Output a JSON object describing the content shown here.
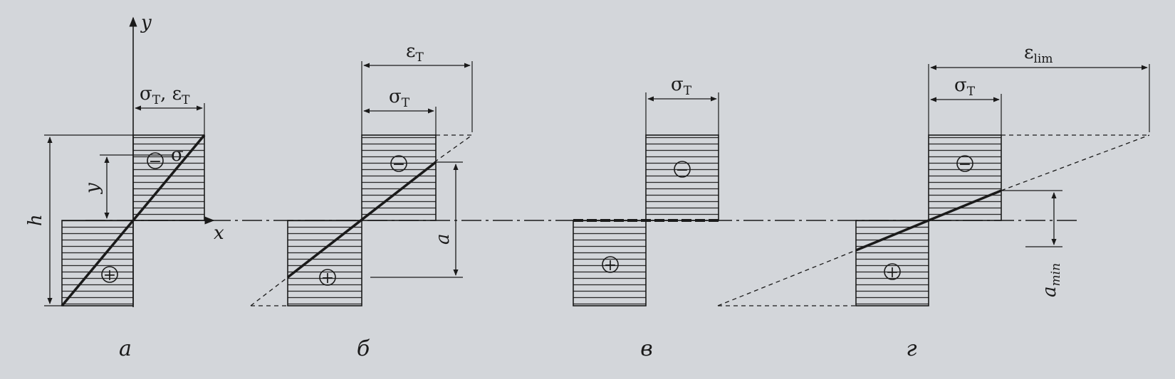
{
  "colors": {
    "background": "#d3d6da",
    "ink": "#1a1a1a"
  },
  "panels": [
    {
      "caption": "а",
      "axis_y": "y",
      "axis_x": "x",
      "stress_label": "σ",
      "stress_sub": "T",
      "strain_label": "ε",
      "strain_sub": "T",
      "sep": ",",
      "point_label": "σ",
      "height_label": "h",
      "y_dim_label": "y",
      "minus": "−",
      "plus": "+"
    },
    {
      "caption": "б",
      "strain_label": "ε",
      "strain_sub": "T",
      "stress_label": "σ",
      "stress_sub": "T",
      "dim_label": "a",
      "minus": "−",
      "plus": "+"
    },
    {
      "caption": "в",
      "stress_label": "σ",
      "stress_sub": "T",
      "minus": "−",
      "plus": "+"
    },
    {
      "caption": "г",
      "strain_label": "ε",
      "strain_sub": "lim",
      "stress_label": "σ",
      "stress_sub": "T",
      "dim_label": "a",
      "dim_sub": "min",
      "minus": "−",
      "plus": "+"
    }
  ]
}
